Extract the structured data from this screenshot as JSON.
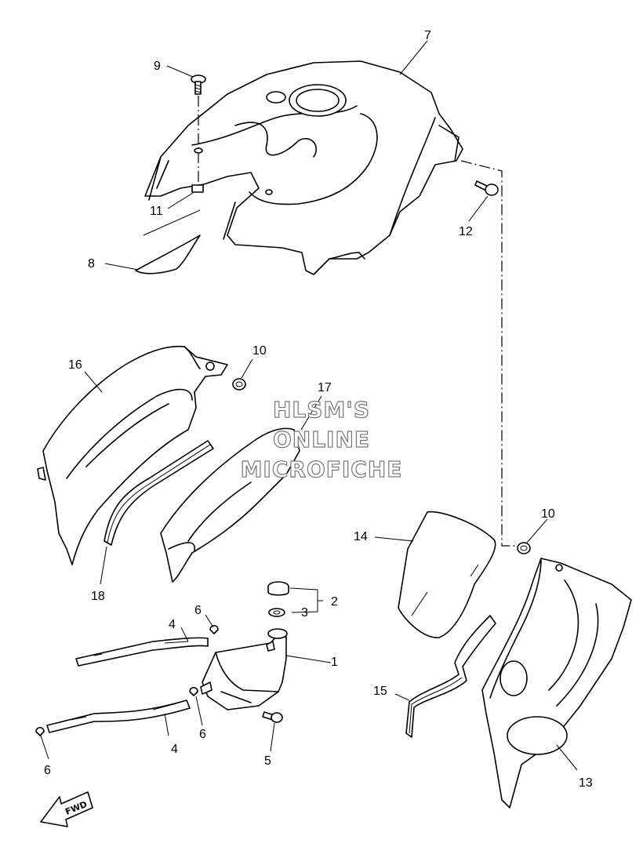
{
  "watermark": [
    "HLSM'S",
    "ONLINE",
    "MICROFICHE"
  ],
  "direction_badge": "FWD",
  "callouts": {
    "c1": "1",
    "c2": "2",
    "c3": "3",
    "c4a": "4",
    "c4b": "4",
    "c5": "5",
    "c6a": "6",
    "c6b": "6",
    "c6c": "6",
    "c7": "7",
    "c8": "8",
    "c9": "9",
    "c10a": "10",
    "c10b": "10",
    "c11": "11",
    "c12": "12",
    "c13": "13",
    "c14": "14",
    "c15": "15",
    "c16": "16",
    "c17": "17",
    "c18": "18"
  }
}
